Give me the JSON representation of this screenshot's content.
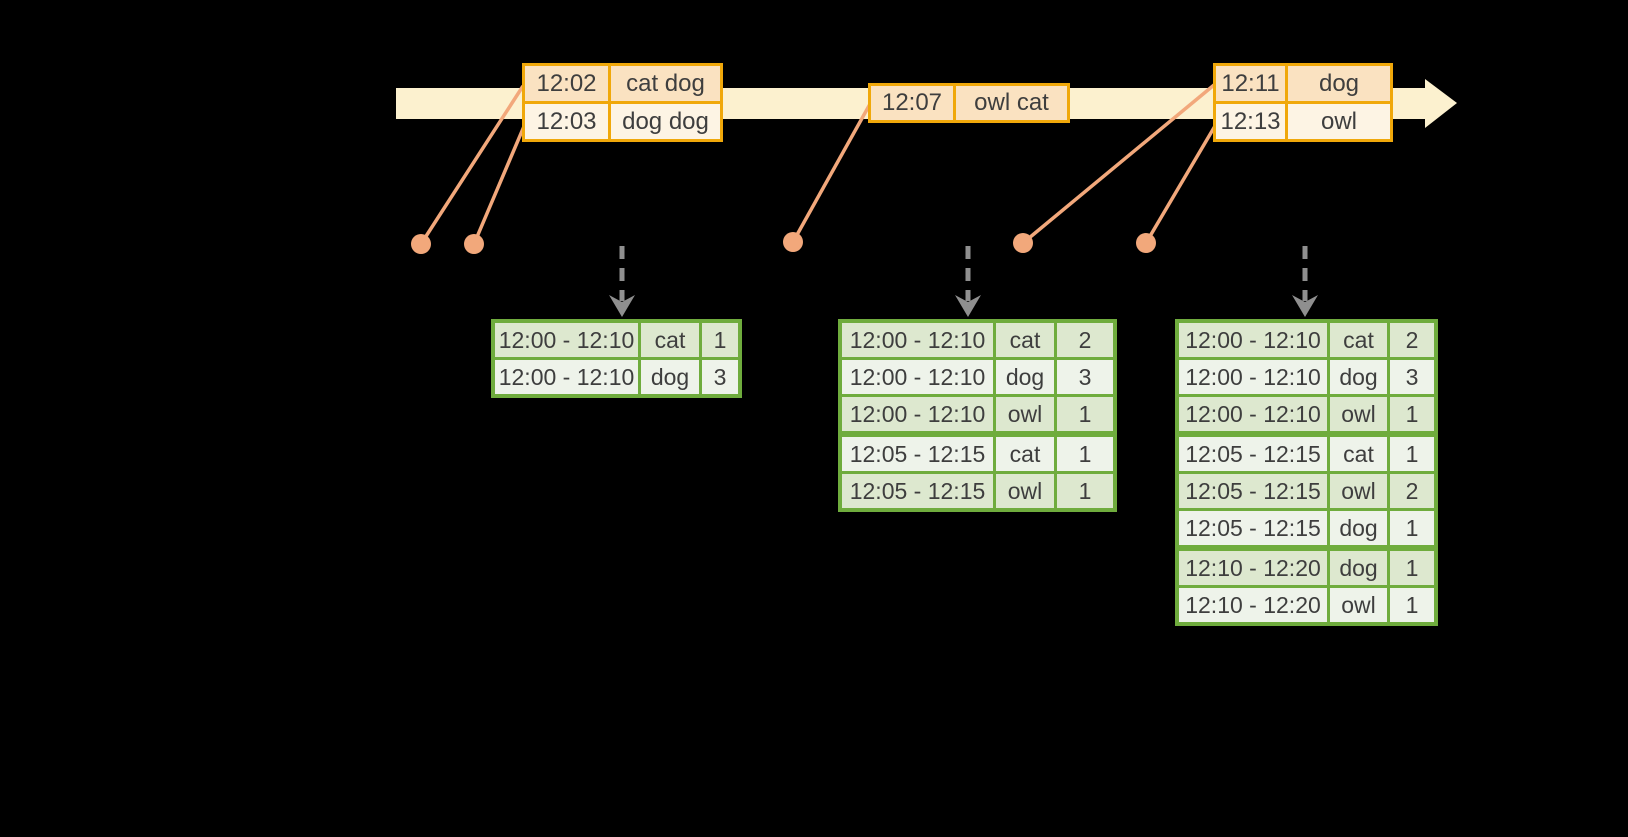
{
  "palette": {
    "background": "#000000",
    "timeline_band": "#FCF1CF",
    "event_border": "#F0A80A",
    "event_row_dark": "#FAE2C1",
    "event_row_light": "#FDF4E4",
    "connector_salmon": "#F2A87B",
    "trigger_gray": "#8F8F8F",
    "result_border": "#6FAC3D",
    "result_row_dark": "#DDE8CF",
    "result_row_light": "#EEF3EA",
    "text": "#3E3E3E"
  },
  "timeline": {
    "events": [
      {
        "time": "12:02",
        "words": "cat dog"
      },
      {
        "time": "12:03",
        "words": "dog dog"
      },
      {
        "time": "12:07",
        "words": "owl cat"
      },
      {
        "time": "12:11",
        "words": "dog"
      },
      {
        "time": "12:13",
        "words": "owl"
      }
    ]
  },
  "result_tables": [
    {
      "rows": [
        {
          "window": "12:00 - 12:10",
          "word": "cat",
          "count": 1
        },
        {
          "window": "12:00 - 12:10",
          "word": "dog",
          "count": 3
        }
      ]
    },
    {
      "rows": [
        {
          "window": "12:00 - 12:10",
          "word": "cat",
          "count": 2
        },
        {
          "window": "12:00 - 12:10",
          "word": "dog",
          "count": 3
        },
        {
          "window": "12:00 - 12:10",
          "word": "owl",
          "count": 1
        },
        {
          "window": "12:05 - 12:15",
          "word": "cat",
          "count": 1
        },
        {
          "window": "12:05 - 12:15",
          "word": "owl",
          "count": 1
        }
      ]
    },
    {
      "rows": [
        {
          "window": "12:00 - 12:10",
          "word": "cat",
          "count": 2
        },
        {
          "window": "12:00 - 12:10",
          "word": "dog",
          "count": 3
        },
        {
          "window": "12:00 - 12:10",
          "word": "owl",
          "count": 1
        },
        {
          "window": "12:05 - 12:15",
          "word": "cat",
          "count": 1
        },
        {
          "window": "12:05 - 12:15",
          "word": "owl",
          "count": 2
        },
        {
          "window": "12:05 - 12:15",
          "word": "dog",
          "count": 1
        },
        {
          "window": "12:10 - 12:20",
          "word": "dog",
          "count": 1
        },
        {
          "window": "12:10 - 12:20",
          "word": "owl",
          "count": 1
        }
      ]
    }
  ]
}
